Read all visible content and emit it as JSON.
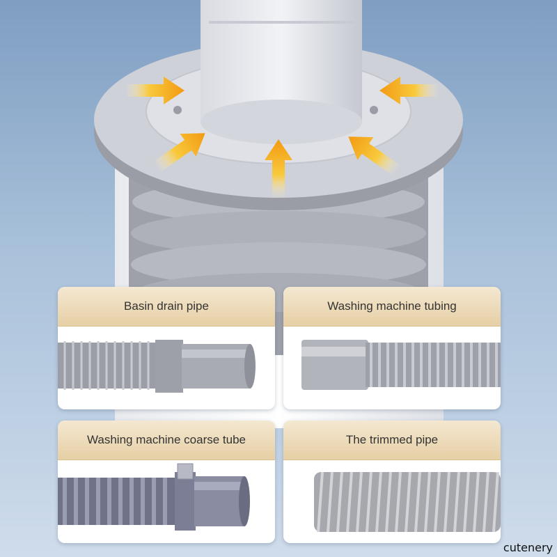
{
  "cards": [
    {
      "label": "Basin drain pipe",
      "pipe_icon": "corrugated-to-smooth-pipe"
    },
    {
      "label": "Washing machine tubing",
      "pipe_icon": "smooth-to-ribbed-pipe"
    },
    {
      "label": "Washing machine coarse tube",
      "pipe_icon": "ribbed-clamped-pipe"
    },
    {
      "label": "The trimmed pipe",
      "pipe_icon": "spiral-metal-pipe"
    }
  ],
  "watermark": "cutenery",
  "colors": {
    "arrow": "#f7b420",
    "header": "#ecd8b3",
    "pipe_grey": "#a7a9b2",
    "pipe_blue": "#7d8098"
  }
}
